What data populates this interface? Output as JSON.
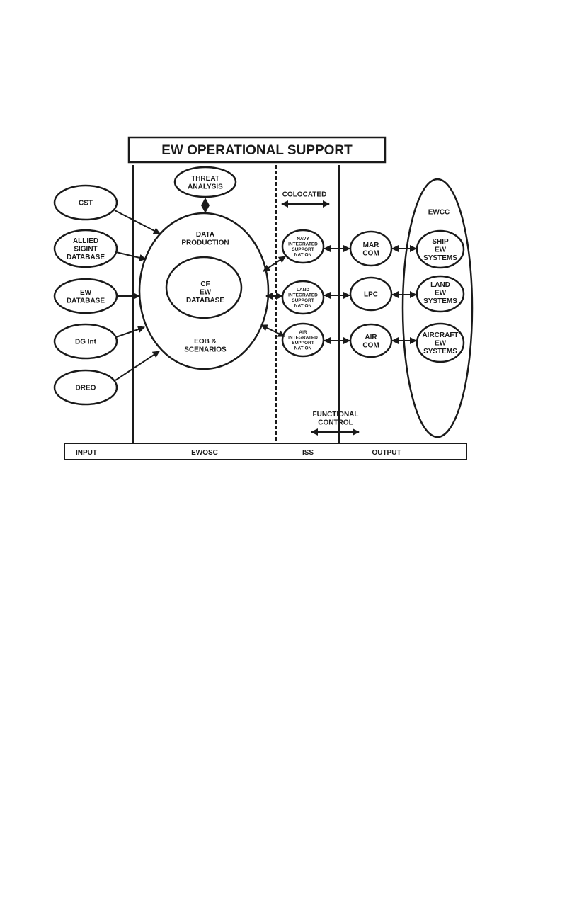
{
  "title": "EW OPERATIONAL SUPPORT",
  "nodes": {
    "threat_analysis": [
      "THREAT",
      "ANALYSIS"
    ],
    "cst": [
      "CST"
    ],
    "allied": [
      "ALLIED",
      "SIGINT",
      "DATABASE"
    ],
    "ew_database": [
      "EW",
      "DATABASE"
    ],
    "dg_int": [
      "DG Int"
    ],
    "dreo": [
      "DREO"
    ],
    "data_production": [
      "DATA",
      "PRODUCTION"
    ],
    "cf_ew_database": [
      "CF",
      "EW",
      "DATABASE"
    ],
    "eob": [
      "EOB &",
      "SCENARIOS"
    ],
    "navy_isn": [
      "NAVY",
      "INTEGRATED",
      "SUPPORT",
      "NATION"
    ],
    "land_isn": [
      "LAND",
      "INTEGRATED",
      "SUPPORT",
      "NATION"
    ],
    "air_isn": [
      "AIR",
      "INTEGRATED",
      "SUPPORT",
      "NATION"
    ],
    "mar_com": [
      "MAR",
      "COM"
    ],
    "lpc": [
      "LPC"
    ],
    "air_com": [
      "AIR",
      "COM"
    ],
    "ewcc": [
      "EWCC"
    ],
    "ship_ew": [
      "SHIP",
      "EW",
      "SYSTEMS"
    ],
    "land_ew": [
      "LAND",
      "EW",
      "SYSTEMS"
    ],
    "aircraft_ew": [
      "AIRCRAFT",
      "EW",
      "SYSTEMS"
    ]
  },
  "annotations": {
    "colocated": [
      "COLOCATED"
    ],
    "functional_control": [
      "FUNCTIONAL",
      "CONTROL"
    ]
  },
  "bands": {
    "input": "INPUT",
    "ewosc": "EWOSC",
    "iss": "ISS",
    "output": "OUTPUT"
  }
}
